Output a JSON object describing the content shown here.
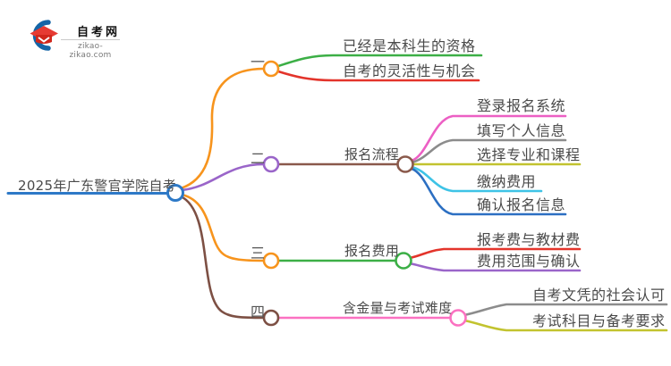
{
  "logo": {
    "title": "自考网",
    "domain": "zikao-zikao.com"
  },
  "root": {
    "label": "2025年广东警官学院自考"
  },
  "branches": [
    {
      "index": "一",
      "topic": "",
      "children": [
        {
          "label": "已经是本科生的资格",
          "line_color": "#3caf46"
        },
        {
          "label": "自考的灵活性与机会",
          "line_color": "#e3342b"
        }
      ]
    },
    {
      "index": "二",
      "topic": "报名流程",
      "children": [
        {
          "label": "登录报名系统",
          "line_color": "#ec5fc4"
        },
        {
          "label": "填写个人信息",
          "line_color": "#8c8c8c"
        },
        {
          "label": "选择专业和课程",
          "line_color": "#c2c32f"
        },
        {
          "label": "缴纳费用",
          "line_color": "#3ec3e6"
        },
        {
          "label": "确认报名信息",
          "line_color": "#2c6fc2"
        }
      ]
    },
    {
      "index": "三",
      "topic": "报名费用",
      "children": [
        {
          "label": "报考费与教材费",
          "line_color": "#e3342b"
        },
        {
          "label": "费用范围与确认",
          "line_color": "#9a65c9"
        }
      ]
    },
    {
      "index": "四",
      "topic": "含金量与考试难度",
      "children": [
        {
          "label": "自考文凭的社会认可",
          "line_color": "#8c8c8c"
        },
        {
          "label": "考试科目与备考要求",
          "line_color": "#c2c32f"
        }
      ]
    }
  ],
  "colors": {
    "root_blue": "#2d79c7",
    "orange": "#f7941d",
    "purple": "#9a65c9",
    "brown": "#8a594b",
    "dark_brown": "#7d5044",
    "green": "#3caf46",
    "red": "#e3342b",
    "magenta": "#ec5fc4",
    "hot_pink": "#fb71c1",
    "gray": "#8c8c8c",
    "olive": "#c2c32f",
    "cyan": "#3ec3e6",
    "blue": "#2c6fc2",
    "logo_blue": "#1565a7",
    "logo_red": "#e63b33"
  }
}
